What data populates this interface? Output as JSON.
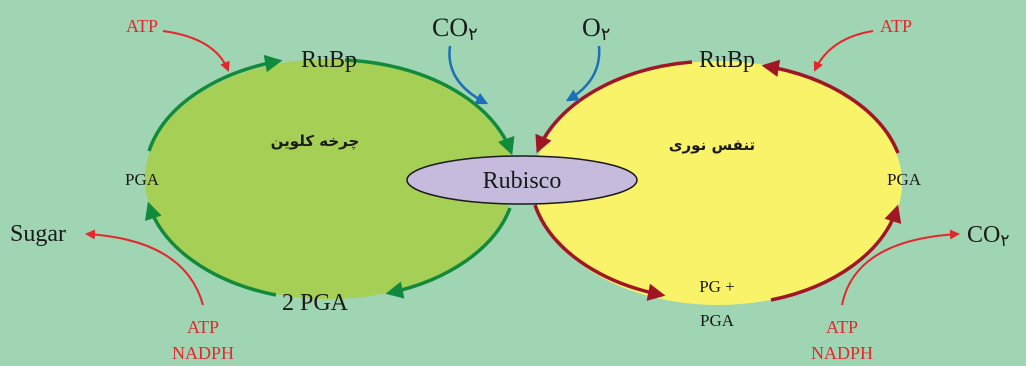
{
  "colors": {
    "background": "#9fd5b2",
    "calvin_fill": "#a6cf55",
    "photorespiration_fill": "#f9f36a",
    "rubisco_fill": "#c6bbdc",
    "calvin_arrow": "#128a3c",
    "photorespiration_arrow": "#a11624",
    "input_arrow": "#e4262d",
    "gas_arrow": "#1d6fb8",
    "red_text": "#e4262d",
    "dark_text": "#1a1a1a"
  },
  "calvin_cycle": {
    "title": "چرخه کلوین",
    "rubp": "RuBp",
    "pga": "PGA",
    "two_pga": "2 PGA",
    "atp": "ATP",
    "atp_bottom": "ATP",
    "nadph": "NADPH",
    "sugar": "Sugar",
    "co2": "CO",
    "co2_sub": "۲"
  },
  "photorespiration": {
    "title": "تنفس نوری",
    "rubp": "RuBp",
    "pga": "PGA",
    "pg_line1": "PG +",
    "pg_line2": "PGA",
    "atp": "ATP",
    "atp_bottom": "ATP",
    "nadph": "NADPH",
    "co2": "CO",
    "co2_sub": "۲",
    "o2": "O",
    "o2_sub": "۲"
  },
  "rubisco": "Rubisco"
}
